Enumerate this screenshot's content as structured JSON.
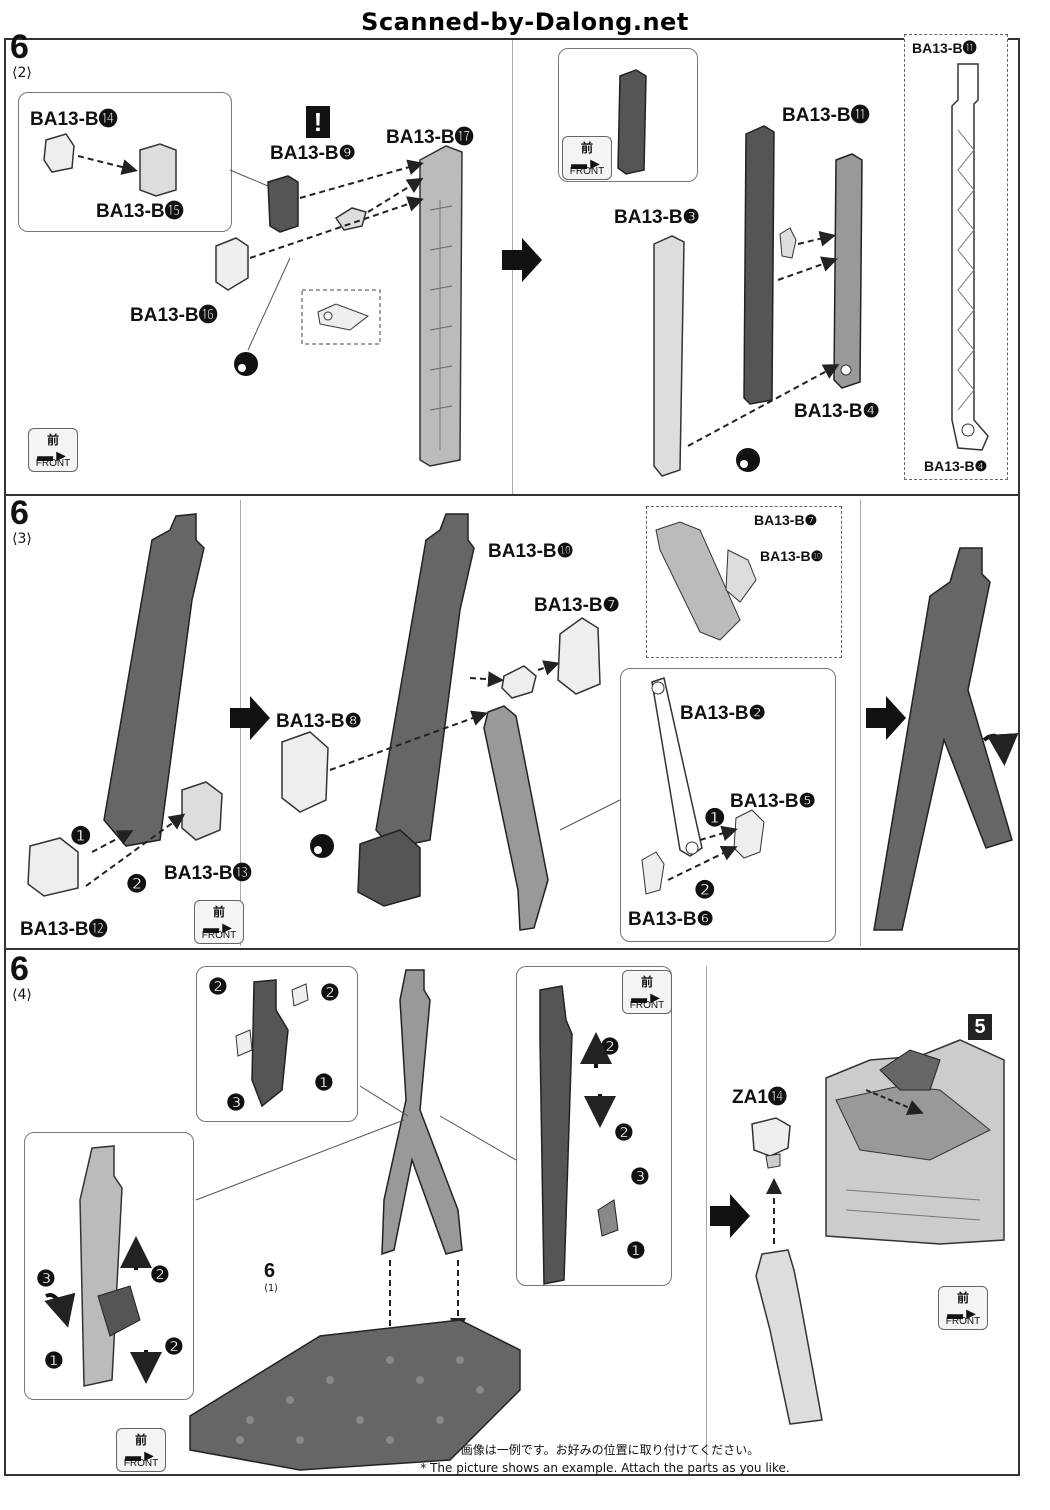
{
  "watermark": "Scanned-by-Dalong.net",
  "front_badge": {
    "kanji": "前",
    "text": "FRONT"
  },
  "panels": [
    {
      "step": "6",
      "sub": "⟨2⟩",
      "labels": [
        "BA13-B⓮",
        "BA13-B⓯",
        "BA13-B❾",
        "BA13-B⓱",
        "BA13-B⓰",
        "BA13-B⓫",
        "BA13-B❸",
        "BA13-B❹",
        "BA13-B⓫",
        "BA13-B❹"
      ],
      "caution": "!"
    },
    {
      "step": "6",
      "sub": "⟨3⟩",
      "labels": [
        "BA13-B❿",
        "BA13-B❼",
        "BA13-B❼",
        "BA13-B❿",
        "BA13-B❽",
        "BA13-B❷",
        "BA13-B❺",
        "BA13-B⓭",
        "BA13-B⓬",
        "BA13-B❻"
      ],
      "order": [
        "❶",
        "❷",
        "❶",
        "❷"
      ]
    },
    {
      "step": "6",
      "sub": "⟨4⟩",
      "labels": [
        "ZA1⓮"
      ],
      "ref_step": {
        "num": "6",
        "sub": "⟨1⟩"
      },
      "ref_step5": "5",
      "order": [
        "❷",
        "❷",
        "❸",
        "❶",
        "❷",
        "❷",
        "❸",
        "❶",
        "❸",
        "❷",
        "❷",
        "❶"
      ]
    }
  ],
  "note": {
    "jp": "※画像は一例です。お好みの位置に取り付けてください。",
    "en": "* The picture shows an example. Attach the parts as you like."
  }
}
